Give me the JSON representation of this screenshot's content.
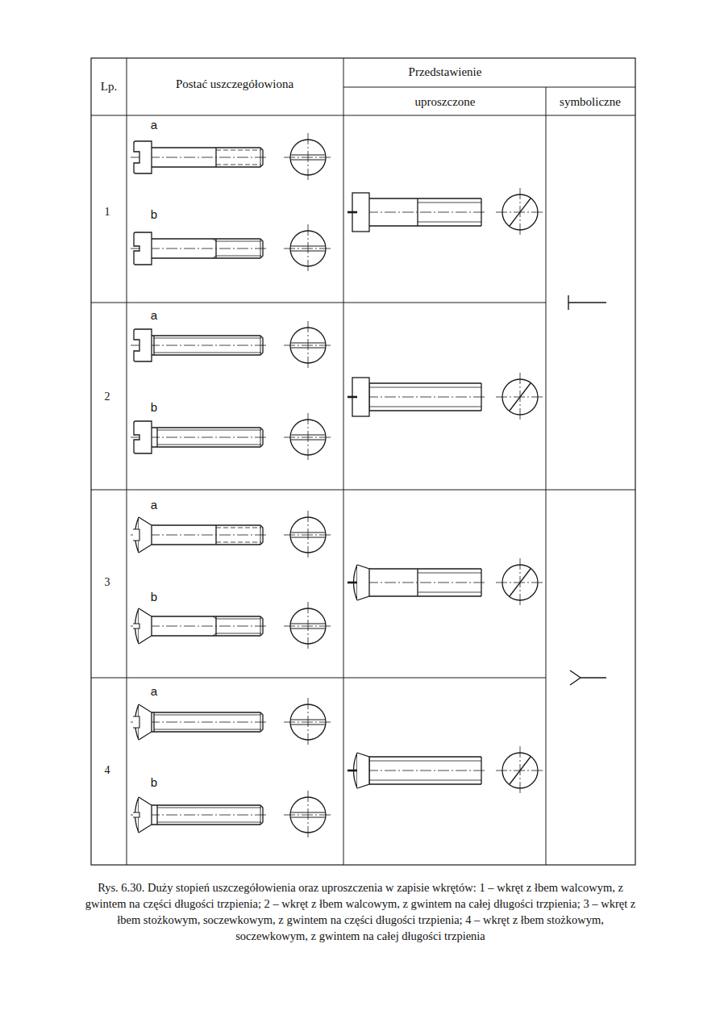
{
  "diagram": {
    "caption": "Rys. 6.30. Duży stopień uszczegółowienia oraz uproszczenia w zapisie wkrętów: 1 – wkręt z łbem walcowym, z gwintem na części długości trzpienia; 2 – wkręt z łbem walcowym, z gwintem na całej długości trzpienia; 3 – wkręt z łbem stożkowym, soczewkowym, z gwintem na części długości trzpienia; 4 – wkręt z łbem stożkowym, soczewkowym, z gwintem na całej długości trzpienia",
    "labels": [
      "Lp.",
      "Postać uszczegółowiona",
      "Przedstawienie",
      "uproszczone",
      "symboliczne",
      "1",
      "a",
      "b",
      "2",
      "a",
      "b",
      "3",
      "a",
      "b",
      "4",
      "a",
      "b"
    ]
  }
}
